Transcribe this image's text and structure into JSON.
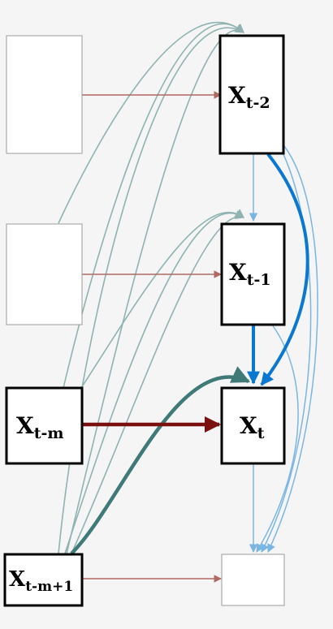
{
  "nodes": {
    "x_t_minus_2": {
      "base": "X",
      "sub": "t-2"
    },
    "x_t_minus_1": {
      "base": "X",
      "sub": "t-1"
    },
    "x_t": {
      "base": "X",
      "sub": "t"
    },
    "x_t_minus_m": {
      "base": "X",
      "sub": "t-m"
    },
    "x_t_minus_m_plus_1": {
      "base": "X",
      "sub": "t-m+1"
    }
  },
  "colors": {
    "background": "#f5f5f5",
    "node_border_bold": "#000000",
    "node_border_light": "#9a9a9a",
    "dark_red": "#7a1010",
    "light_red": "#b06a64",
    "teal": "#3f7a78",
    "light_teal": "#8fb3b1",
    "blue": "#0a78d0",
    "light_blue": "#7bb6e2"
  }
}
